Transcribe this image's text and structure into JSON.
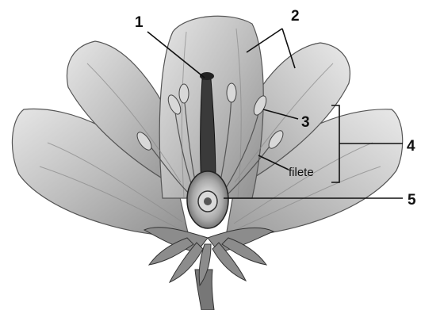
{
  "diagram": {
    "callouts": [
      {
        "id": "1",
        "text": "1"
      },
      {
        "id": "2",
        "text": "2"
      },
      {
        "id": "3",
        "text": "3"
      },
      {
        "id": "4",
        "text": "4"
      },
      {
        "id": "5",
        "text": "5"
      }
    ],
    "filament_label": "filete"
  },
  "colors": {
    "background": "#ffffff",
    "petal_fill": "#cfcfcf",
    "petal_shadow": "#9a9a9a",
    "line": "#111111"
  }
}
